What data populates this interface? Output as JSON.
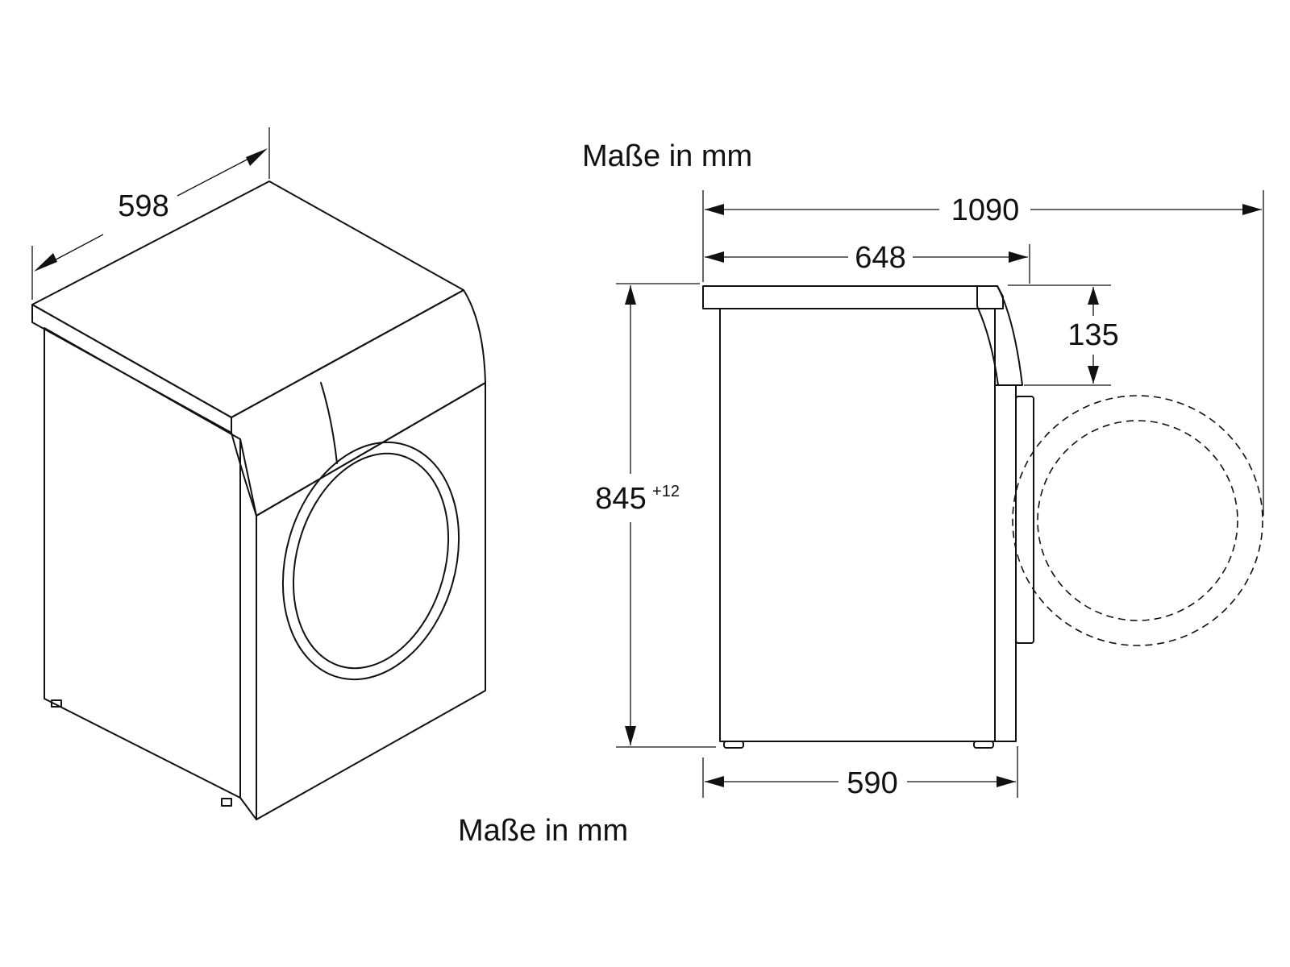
{
  "captions": {
    "top": "Maße in mm",
    "bottom": "Maße in mm"
  },
  "dimensions": {
    "width_iso": "598",
    "overall_depth": "1090",
    "depth_top": "648",
    "height": "845",
    "height_tolerance": "+12",
    "depth_body": "590",
    "door_offset": "135"
  }
}
